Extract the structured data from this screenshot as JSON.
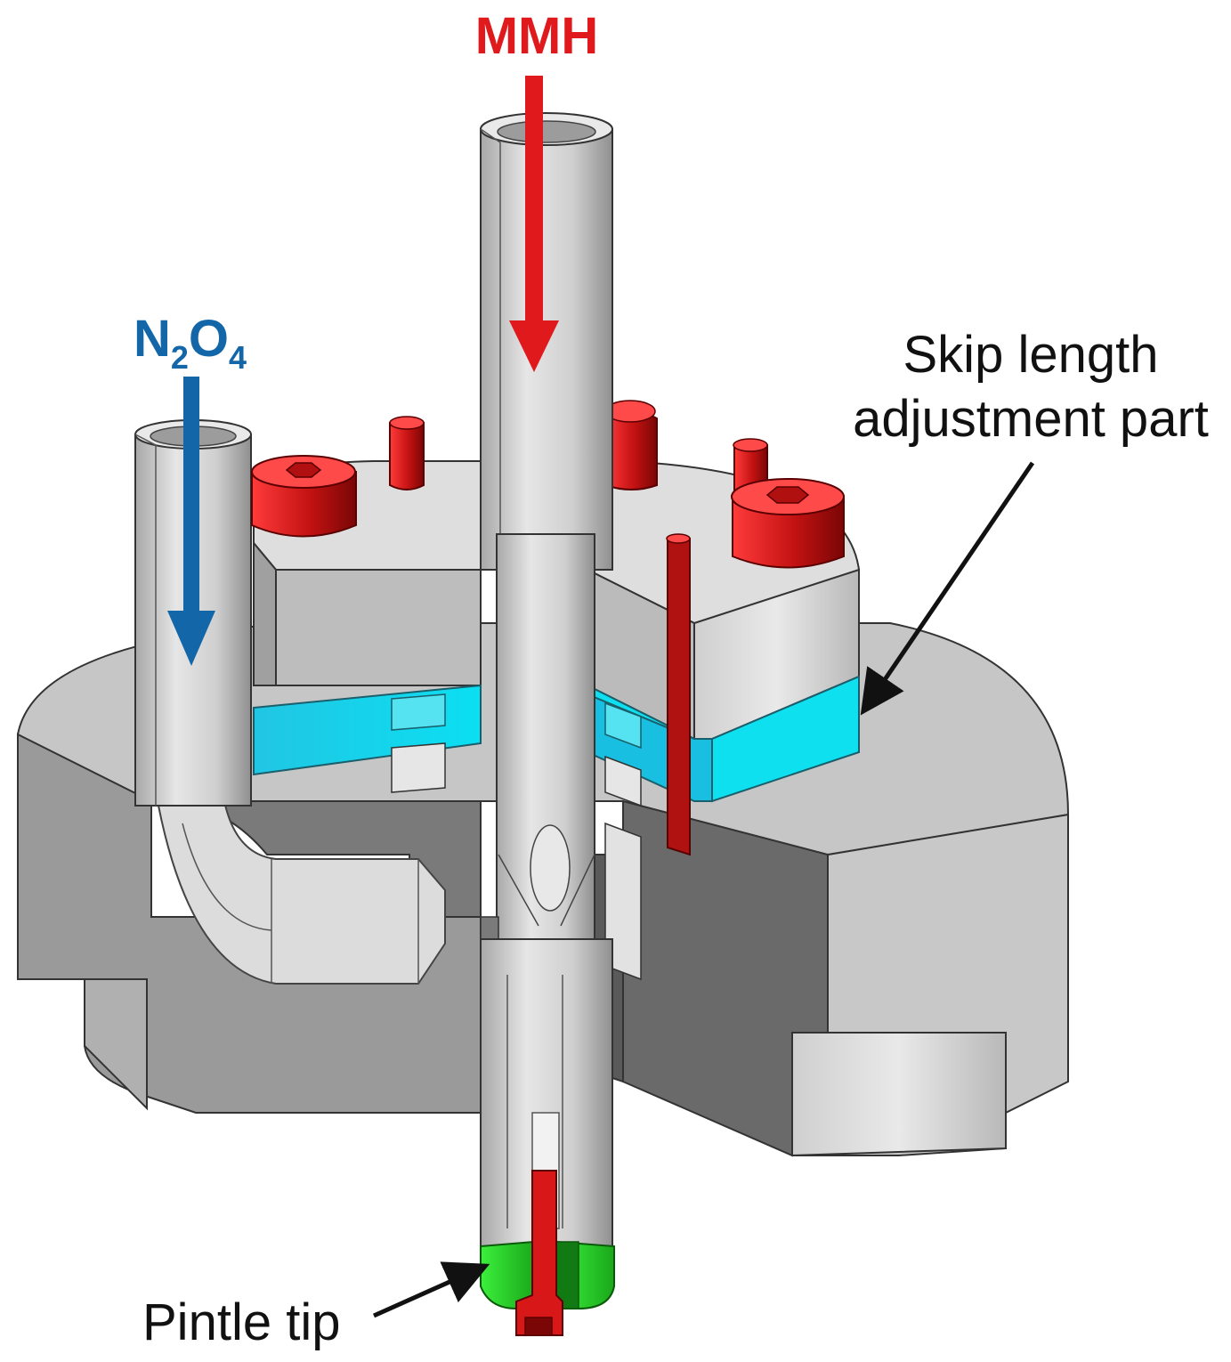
{
  "labels": {
    "fuel": "MMH",
    "oxidizer_main": "N",
    "oxidizer_sub1": "2",
    "oxidizer_mid": "O",
    "oxidizer_sub2": "4",
    "skip_line1": "Skip length",
    "skip_line2": "adjustment part",
    "pintle_tip": "Pintle tip"
  },
  "colors": {
    "fuel": "#e0191c",
    "oxidizer": "#1366a8",
    "adjustment_part": "#19c8e6",
    "pintle_tip": "#2ee02e",
    "body_light": "#d2d2d2",
    "body_dark": "#6a6a6a",
    "bolt": "#d81818"
  }
}
